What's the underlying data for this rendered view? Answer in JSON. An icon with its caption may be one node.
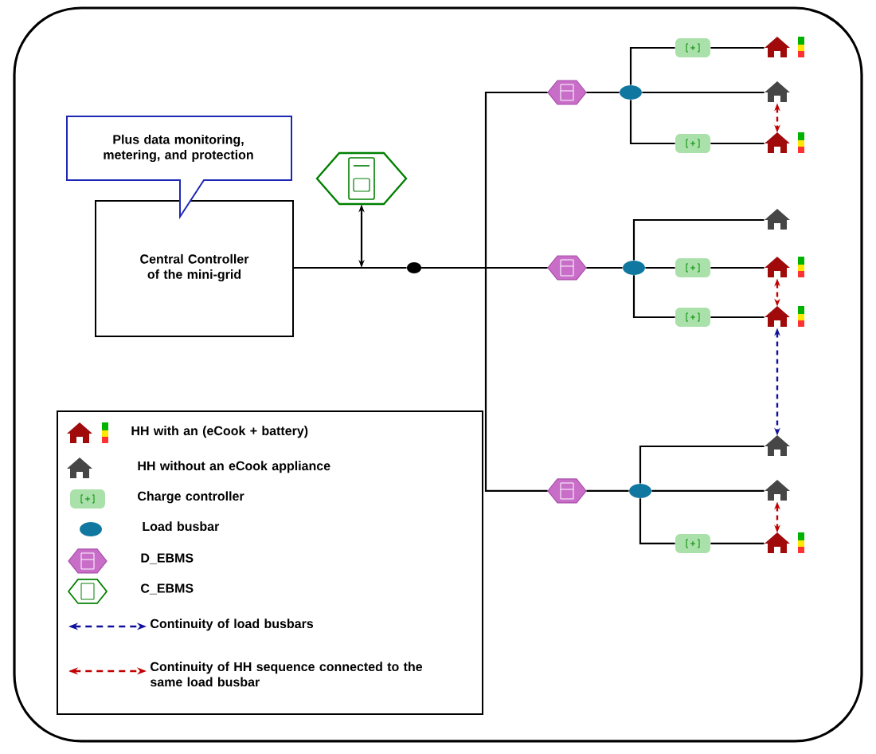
{
  "diagram": {
    "nodes": [
      {
        "text": [
          "Plus data monitoring, metering, and protection"
        ]
      },
      {
        "text": [
          "Central Controller of the mini-grid"
        ]
      },
      {
        "text": [],
        "shape": "hexagon"
      },
      {
        "text": [],
        "shape": "circle"
      },
      {
        "text": [],
        "shape": "hexagon"
      },
      {
        "text": [],
        "shape": "circle"
      },
      {
        "text": [],
        "shape": "box"
      },
      {
        "text": [],
        "shape": "house"
      },
      {
        "text": [],
        "shape": "house"
      },
      {
        "text": [],
        "shape": "box"
      },
      {
        "text": [],
        "shape": "house"
      },
      {
        "text": [],
        "shape": "hexagon"
      },
      {
        "text": [],
        "shape": "circle"
      },
      {
        "text": [],
        "shape": "house"
      },
      {
        "text": [],
        "shape": "box"
      },
      {
        "text": [],
        "shape": "house"
      },
      {
        "text": [],
        "shape": "box"
      },
      {
        "text": [],
        "shape": "house"
      },
      {
        "text": [],
        "shape": "hexagon"
      },
      {
        "text": [],
        "shape": "circle"
      },
      {
        "text": [],
        "shape": "house"
      },
      {
        "text": [],
        "shape": "house"
      },
      {
        "text": [],
        "shape": "box"
      },
      {
        "text": [],
        "shape": "house"
      }
    ],
    "edges": [
      {
        "from": 1,
        "to": 3,
        "arrow": "none"
      },
      {
        "from": 2,
        "to": null,
        "arrow": "both"
      },
      {
        "from": 3,
        "to": 4,
        "arrow": "none"
      },
      {
        "from": 3,
        "to": 11,
        "arrow": "none"
      },
      {
        "from": 3,
        "to": 18,
        "arrow": "none"
      },
      {
        "from": 4,
        "to": 5,
        "arrow": "none"
      },
      {
        "from": 5,
        "to": 6,
        "arrow": "none"
      },
      {
        "from": 6,
        "to": 7,
        "arrow": "none"
      },
      {
        "from": 5,
        "to": 8,
        "arrow": "none"
      },
      {
        "from": 5,
        "to": 9,
        "arrow": "none"
      },
      {
        "from": 9,
        "to": 10,
        "arrow": "none"
      },
      {
        "from": 11,
        "to": 12,
        "arrow": "none"
      },
      {
        "from": 12,
        "to": 13,
        "arrow": "none"
      },
      {
        "from": 12,
        "to": 14,
        "arrow": "none"
      },
      {
        "from": 14,
        "to": 15,
        "arrow": "none"
      },
      {
        "from": 12,
        "to": 16,
        "arrow": "none"
      },
      {
        "from": 16,
        "to": 17,
        "arrow": "none"
      },
      {
        "from": 18,
        "to": 19,
        "arrow": "none"
      },
      {
        "from": 19,
        "to": 20,
        "arrow": "none"
      },
      {
        "from": 19,
        "to": 21,
        "arrow": "none"
      },
      {
        "from": 19,
        "to": 22,
        "arrow": "none"
      },
      {
        "from": 22,
        "to": 23,
        "arrow": "none"
      },
      {
        "from": 8,
        "to": 10,
        "arrow": "both",
        "style": "dashed",
        "color": "#c00000"
      },
      {
        "from": 15,
        "to": 17,
        "arrow": "both",
        "style": "dashed",
        "color": "#c00000"
      },
      {
        "from": 21,
        "to": 23,
        "arrow": "both",
        "style": "dashed",
        "color": "#c00000"
      },
      {
        "from": 17,
        "to": 20,
        "arrow": "both",
        "style": "dashed",
        "color": "#10109a"
      }
    ],
    "legend": [
      {
        "text": "HH with an (eCook + battery)"
      },
      {
        "text": "HH without an eCook appliance"
      },
      {
        "text": "Charge controller"
      },
      {
        "text": "Load busbar"
      },
      {
        "text": "D_EBMS"
      },
      {
        "text": "C_EBMS"
      },
      {
        "text": "Continuity of load busbars"
      },
      {
        "text": "Continuity of HH sequence connected to the same load busbar"
      }
    ]
  }
}
